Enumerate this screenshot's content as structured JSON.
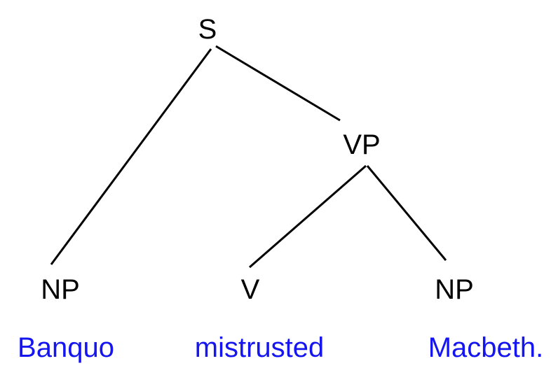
{
  "tree": {
    "nodes": {
      "s": "S",
      "vp": "VP",
      "np_subject": "NP",
      "v": "V",
      "np_object": "NP"
    },
    "edges": [
      [
        "s",
        "np_subject"
      ],
      [
        "s",
        "vp"
      ],
      [
        "vp",
        "v"
      ],
      [
        "vp",
        "np_object"
      ]
    ],
    "words": {
      "np_subject": "Banquo",
      "v": "mistrusted",
      "np_object": "Macbeth."
    }
  },
  "colors": {
    "word": "#1515f0",
    "line": "#000000"
  }
}
